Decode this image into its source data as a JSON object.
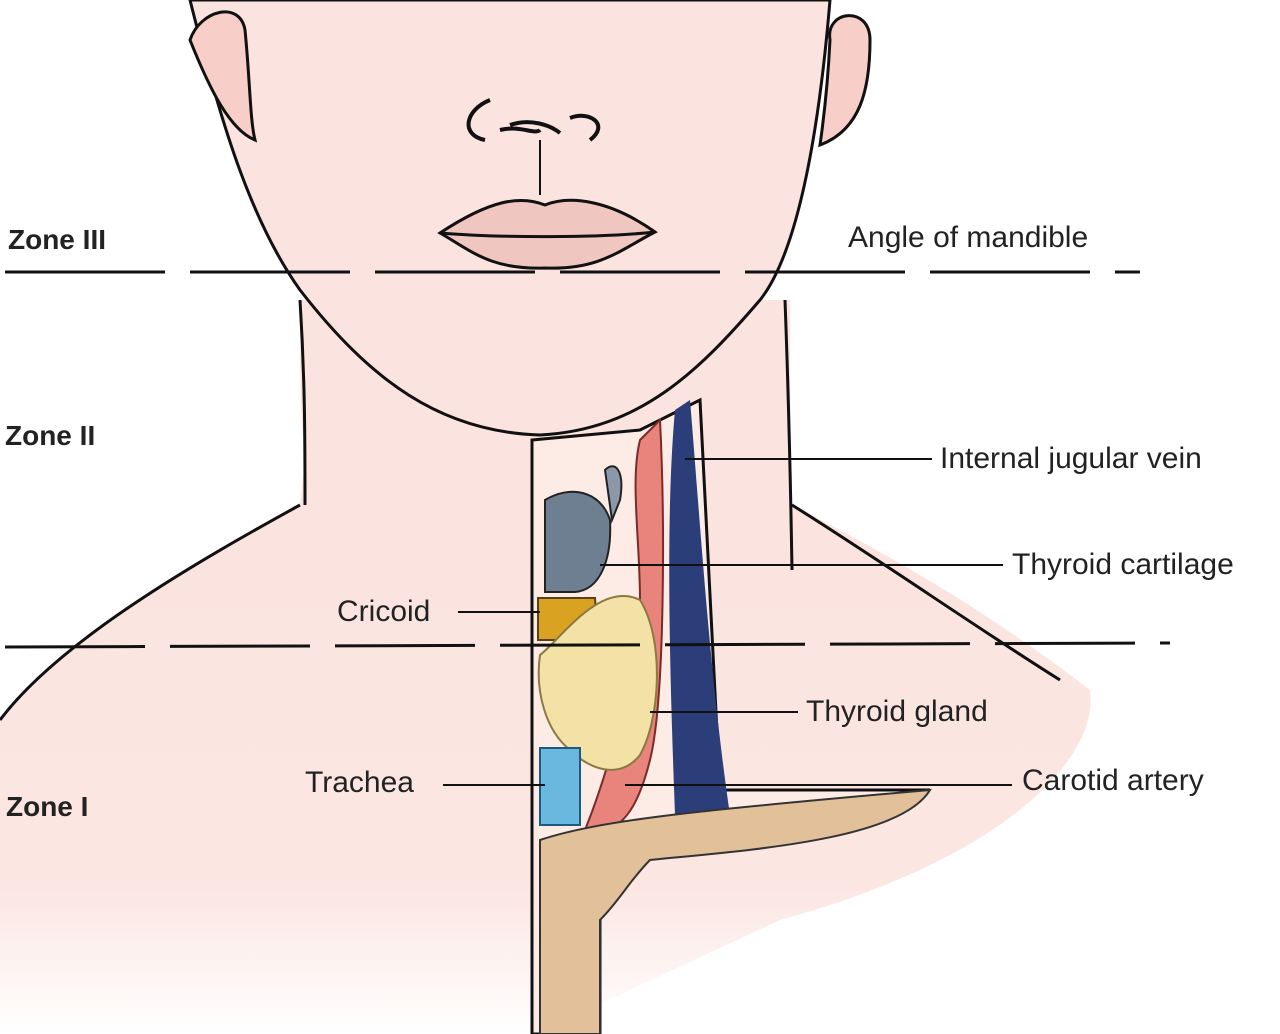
{
  "title": "Neck zones anatomy",
  "zones": {
    "zone3": "Zone III",
    "zone2": "Zone II",
    "zone1": "Zone I"
  },
  "labels": {
    "angle_of_mandible": "Angle of mandible",
    "internal_jugular_vein": "Internal jugular vein",
    "thyroid_cartilage": "Thyroid cartilage",
    "cricoid": "Cricoid",
    "thyroid_gland": "Thyroid gland",
    "trachea": "Trachea",
    "carotid_artery": "Carotid artery"
  },
  "colors": {
    "skin": "#fbe3df",
    "vein": "#2c3e7a",
    "artery": "#e8847c",
    "cartilage": "#6f7f92",
    "cricoid": "#d9a321",
    "thyroid_gland": "#f3e1a6",
    "trachea": "#6ab7e0",
    "clavicle": "#e2c09a"
  }
}
